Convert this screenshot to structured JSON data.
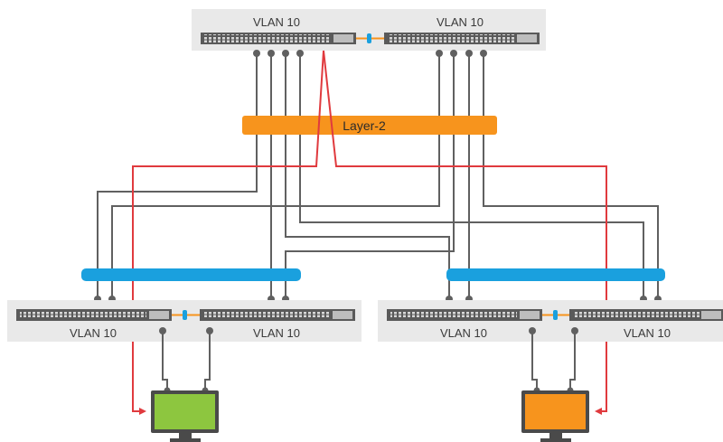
{
  "top_stack": {
    "left_label": "VLAN 10",
    "right_label": "VLAN 10"
  },
  "layer2": {
    "label": "Layer-2",
    "color": "#f7941d"
  },
  "left_stack": {
    "left_label": "VLAN 10",
    "right_label": "VLAN 10"
  },
  "right_stack": {
    "left_label": "VLAN 10",
    "right_label": "VLAN 10"
  },
  "colors": {
    "lag_bar": "#1aa0de",
    "traffic_path": "#e03a3e",
    "link": "#606060",
    "switch_body": "#e9e9e9",
    "left_host_screen": "#8dc63f",
    "right_host_screen": "#f7941d"
  },
  "icons": {
    "left_host": "monitor-icon",
    "right_host": "monitor-icon"
  }
}
